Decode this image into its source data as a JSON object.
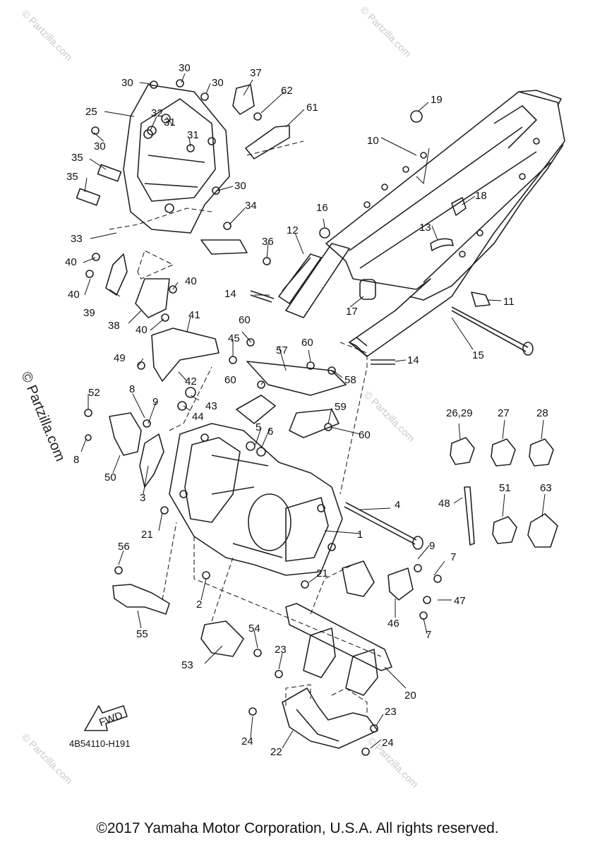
{
  "diagram": {
    "code": "4B54110-H191",
    "fwd_label": "FWD",
    "copyright": "©2017 Yamaha Motor Corporation, U.S.A. All rights reserved.",
    "watermark": "© Partzilla.com",
    "callouts": {
      "c1": "1",
      "c2": "2",
      "c3": "3",
      "c4": "4",
      "c5": "5",
      "c6": "6",
      "c7a": "7",
      "c7b": "7",
      "c8a": "8",
      "c8b": "8",
      "c9a": "9",
      "c9b": "9",
      "c10": "10",
      "c11": "11",
      "c12": "12",
      "c13": "13",
      "c14a": "14",
      "c14b": "14",
      "c15": "15",
      "c16": "16",
      "c17": "17",
      "c18": "18",
      "c19": "19",
      "c20": "20",
      "c21a": "21",
      "c21b": "21",
      "c22": "22",
      "c23a": "23",
      "c23b": "23",
      "c24a": "24",
      "c24b": "24",
      "c25": "25",
      "c2629": "26,29",
      "c27": "27",
      "c28": "28",
      "c30a": "30",
      "c30b": "30",
      "c30c": "30",
      "c30d": "30",
      "c30e": "30",
      "c31a": "31",
      "c31b": "31",
      "c32": "32",
      "c33": "33",
      "c34": "34",
      "c35a": "35",
      "c35b": "35",
      "c36": "36",
      "c37": "37",
      "c38": "38",
      "c39": "39",
      "c40a": "40",
      "c40b": "40",
      "c40c": "40",
      "c40d": "40",
      "c41": "41",
      "c42": "42",
      "c43": "43",
      "c44": "44",
      "c45": "45",
      "c46": "46",
      "c47": "47",
      "c48": "48",
      "c49": "49",
      "c50": "50",
      "c51": "51",
      "c52": "52",
      "c53": "53",
      "c54": "54",
      "c55": "55",
      "c56": "56",
      "c57": "57",
      "c58": "58",
      "c59": "59",
      "c60a": "60",
      "c60b": "60",
      "c60c": "60",
      "c60d": "60",
      "c61": "61",
      "c62": "62",
      "c63": "63"
    }
  }
}
